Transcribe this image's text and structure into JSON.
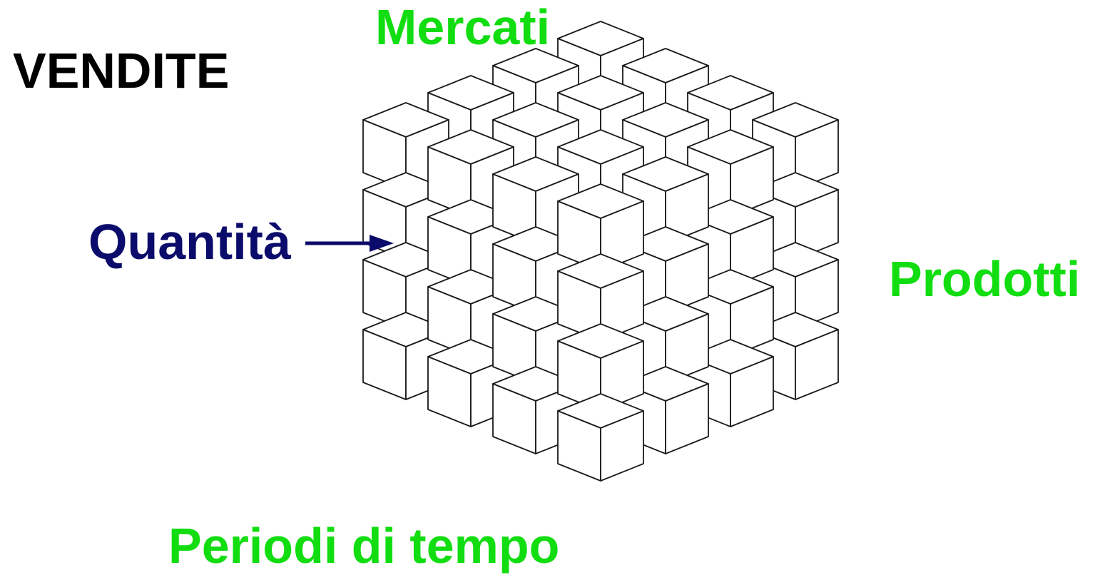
{
  "title": "VENDITE",
  "dimensions": {
    "markets": "Mercati",
    "products": "Prodotti",
    "time_periods": "Periodi di tempo"
  },
  "measure": "Quantità",
  "cube": {
    "grid": [
      4,
      4,
      4
    ]
  },
  "colors": {
    "dimension_text": "#11dd11",
    "measure_text": "#0b0b6b",
    "title_text": "#000000",
    "cube_stroke": "#1a1a1a",
    "cube_fill": "#ffffff"
  }
}
